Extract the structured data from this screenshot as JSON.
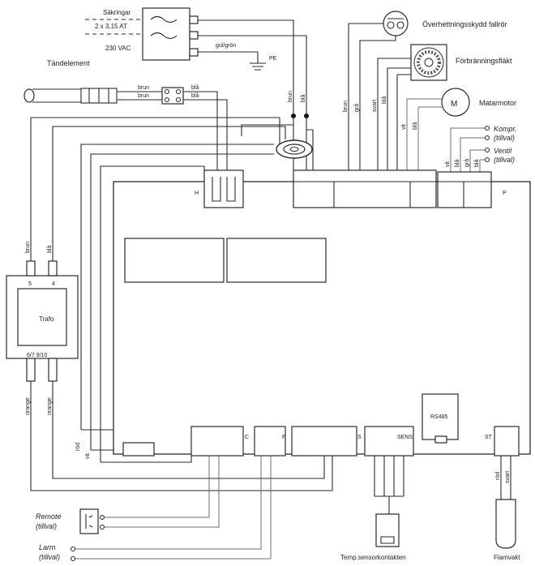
{
  "labels": {
    "fuses_line1": "Säkringar",
    "fuses_line2": "2 x 3,15 AT",
    "mains_voltage": "230 VAC",
    "ground_wire": "gul/grön",
    "protective_earth": "PE",
    "ignition_element": "Tändelement",
    "overheat_protection": "Överhettningsskydd fallrör",
    "combustion_fan": "Förbränningsfläkt",
    "feed_motor": "Matarmotor",
    "motor_symbol": "M",
    "compressor_line1": "Kompr.",
    "compressor_line2": "(tillval)",
    "valve_line1": "Ventil",
    "valve_line2": "(tillval)",
    "transformer": "Trafo",
    "trafo_pin_4": "4",
    "trafo_pin_5": "5",
    "trafo_pins_bottom": "6/7 9/10",
    "rs485": "RS485",
    "remote_line1": "Remote",
    "remote_line2": "(tillval)",
    "alarm_line1": "Larm",
    "alarm_line2": "(tillval)",
    "temp_sensor_contact": "Temp.sensorkontakten",
    "flame_guard": "Flamvakt",
    "conn_heater": "H",
    "conn_main": "P",
    "conn_c": "C",
    "conn_f": "F",
    "conn_s": "S",
    "conn_sens": "SENS",
    "conn_st": "ST"
  },
  "wire_colors": {
    "brun": "brun",
    "bla": "blå",
    "gra": "grå",
    "svart": "svart",
    "vit": "vit",
    "orange": "orange",
    "rod": "röd"
  }
}
